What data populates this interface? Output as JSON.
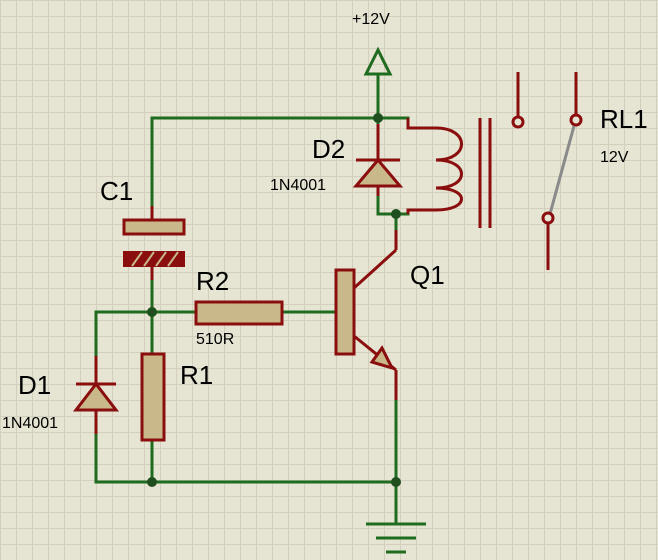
{
  "supply": {
    "label": "+12V"
  },
  "components": {
    "C1": {
      "name": "C1"
    },
    "R1": {
      "name": "R1"
    },
    "R2": {
      "name": "R2",
      "value": "510R"
    },
    "D1": {
      "name": "D1",
      "value": "1N4001"
    },
    "D2": {
      "name": "D2",
      "value": "1N4001"
    },
    "Q1": {
      "name": "Q1"
    },
    "RL1": {
      "name": "RL1",
      "value": "12V"
    }
  },
  "colors": {
    "background": "#e6e4d2",
    "grid": "#d2cfbc",
    "wire": "#1f6b1f",
    "component": "#8a0e0e",
    "fill": "#c9b88a"
  }
}
